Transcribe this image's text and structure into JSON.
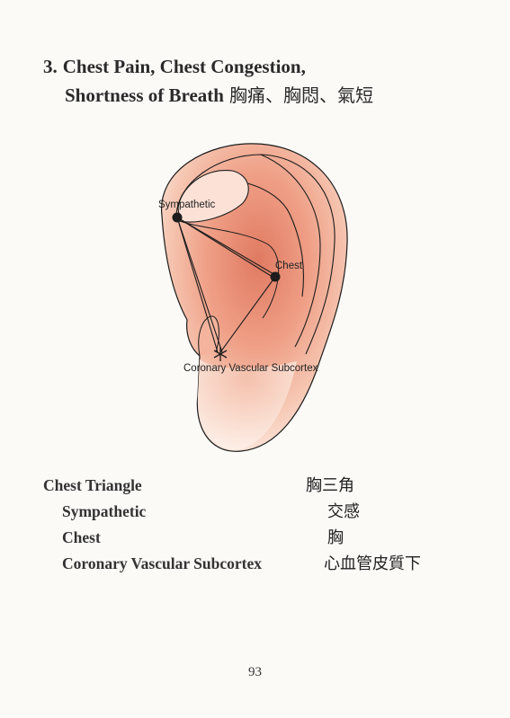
{
  "heading": {
    "number": "3.",
    "line1": "Chest Pain, Chest Congestion,",
    "line2": "Shortness of Breath",
    "chinese": "胸痛、胸悶、氣短"
  },
  "figure": {
    "labels": {
      "sympathetic": "Sympathetic",
      "chest": "Chest",
      "coronary": "Coronary Vascular Subcortex"
    },
    "colors": {
      "ear_fill": "#f6cbb8",
      "ear_shade": "#e58a72",
      "outline": "#1c1c1c"
    }
  },
  "table": {
    "rows": [
      {
        "en": "Chest Triangle",
        "zh": "胸三角"
      },
      {
        "en": "Sympathetic",
        "zh": "交感"
      },
      {
        "en": "Chest",
        "zh": "胸"
      },
      {
        "en": "Coronary Vascular Subcortex",
        "zh": "心血管皮質下"
      }
    ]
  },
  "page_number": "93"
}
